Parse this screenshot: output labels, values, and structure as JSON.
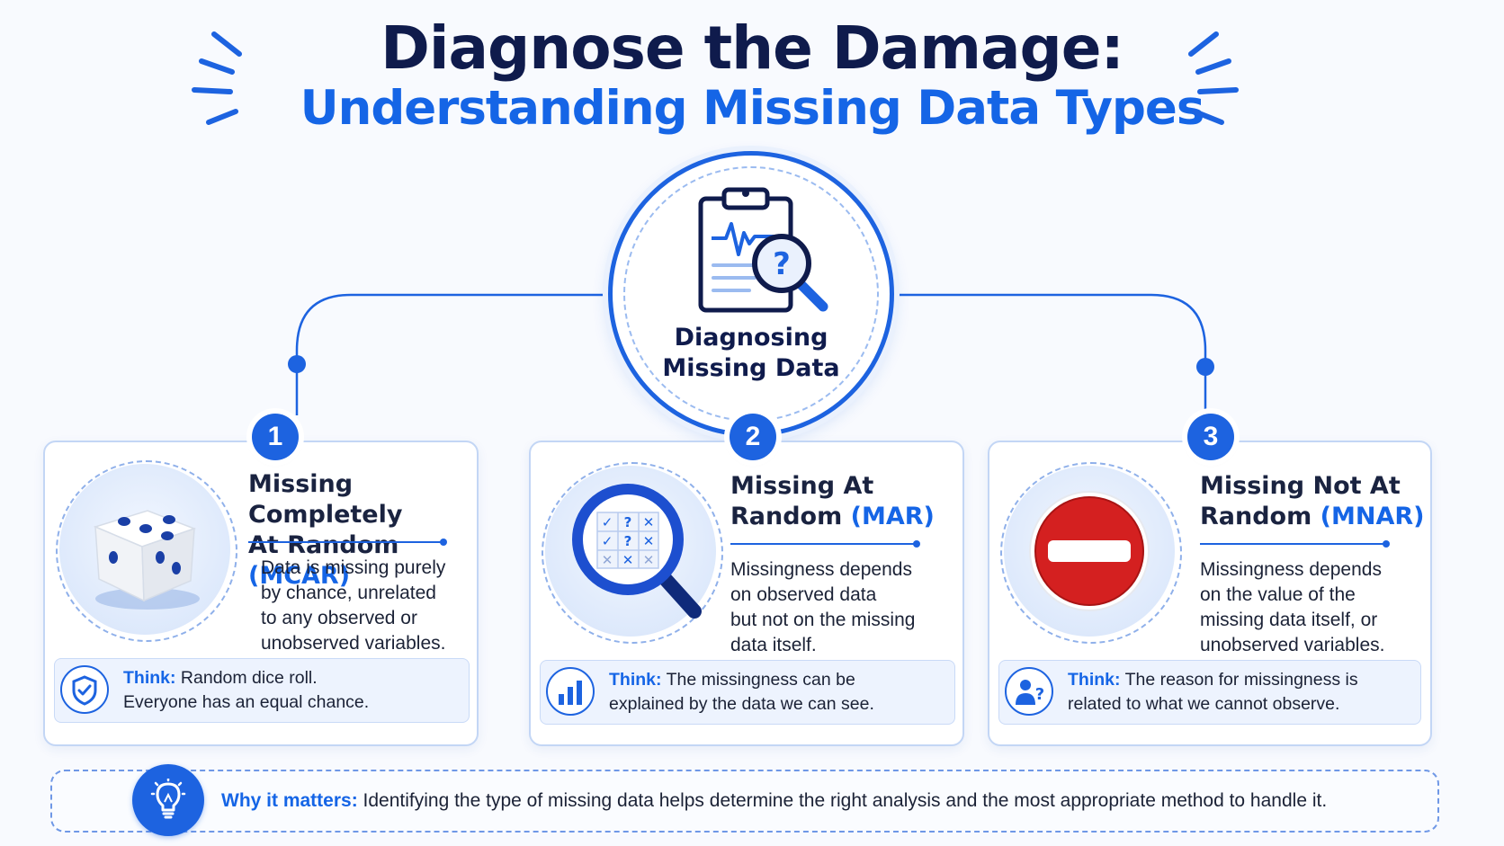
{
  "header": {
    "title": "Diagnose the Damage:",
    "subtitle": "Understanding Missing Data Types"
  },
  "hub": {
    "label_line1": "Diagnosing",
    "label_line2": "Missing Data",
    "icon": "clipboard-magnifier-icon"
  },
  "types": [
    {
      "number": "1",
      "title_line1": "Missing Completely",
      "title_line2": "At Random",
      "acronym": "(MCAR)",
      "icon": "dice-icon",
      "description": [
        "Data is missing purely",
        "by chance, unrelated",
        "to any observed or",
        "unobserved variables."
      ],
      "think_label": "Think:",
      "think_line1": "Random dice roll.",
      "think_line2": "Everyone has an equal chance.",
      "think_icon": "shield-check-icon"
    },
    {
      "number": "2",
      "title_line1": "Missing At",
      "title_line2": "Random",
      "acronym": "(MAR)",
      "icon": "magnifier-grid-icon",
      "description": [
        "Missingness depends",
        "on observed data",
        "but not on the missing",
        "data itself."
      ],
      "think_label": "Think:",
      "think_line1": "The missingness can be",
      "think_line2": "explained by the data we can see.",
      "think_icon": "bar-chart-icon"
    },
    {
      "number": "3",
      "title_line1": "Missing Not At",
      "title_line2": "Random",
      "acronym": "(MNAR)",
      "icon": "no-entry-icon",
      "description": [
        "Missingness depends",
        "on the value of the",
        "missing data itself, or",
        "unobserved variables."
      ],
      "think_label": "Think:",
      "think_line1": "The reason for missingness is",
      "think_line2": "related to what we cannot observe.",
      "think_icon": "person-question-icon"
    }
  ],
  "footer": {
    "label": "Why it matters:",
    "text": "Identifying the type of missing data helps determine the right analysis and the most appropriate method to handle it.",
    "icon": "lightbulb-icon"
  },
  "colors": {
    "primary": "#1d63e0",
    "accent_text": "#1565e6",
    "title": "#0f1b4c",
    "stop_red": "#d42020"
  }
}
